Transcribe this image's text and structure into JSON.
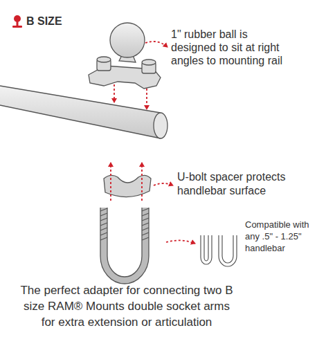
{
  "diagram": {
    "title": "B SIZE",
    "caption": "The perfect adapter for connecting two B size RAM® Mounts double socket arms for extra extension or articulation",
    "labels": [
      "1\" rubber ball is designed to sit at right angles to mounting rail",
      "U-bolt spacer protects handlebar surface",
      "Compatible with any .5\" - 1.25\" handlebar"
    ]
  }
}
